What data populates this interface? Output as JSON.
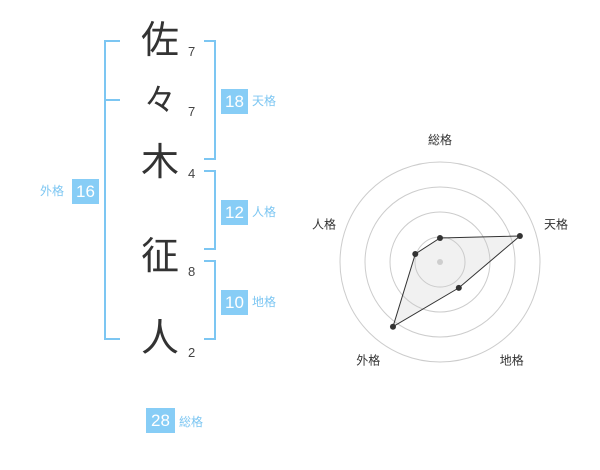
{
  "name": {
    "characters": [
      {
        "char": "佐",
        "strokes": "7"
      },
      {
        "char": "々",
        "strokes": "7"
      },
      {
        "char": "木",
        "strokes": "4"
      },
      {
        "char": "征",
        "strokes": "8"
      },
      {
        "char": "人",
        "strokes": "2"
      }
    ]
  },
  "kaku": {
    "tenkaku": {
      "value": "18",
      "label": "天格"
    },
    "jinkaku": {
      "value": "12",
      "label": "人格"
    },
    "chikaku": {
      "value": "10",
      "label": "地格"
    },
    "gaikaku": {
      "value": "16",
      "label": "外格"
    },
    "soukaku": {
      "value": "28",
      "label": "総格"
    }
  },
  "colors": {
    "accent": "#87cdf6",
    "bracket": "#7cc6f2",
    "text": "#333333"
  },
  "chart_data": {
    "type": "radar",
    "axes": [
      "総格",
      "天格",
      "地格",
      "外格",
      "人格"
    ],
    "rings": 4,
    "values": [
      1.2,
      4.2,
      1.6,
      4.0,
      1.3
    ],
    "max": 5
  }
}
